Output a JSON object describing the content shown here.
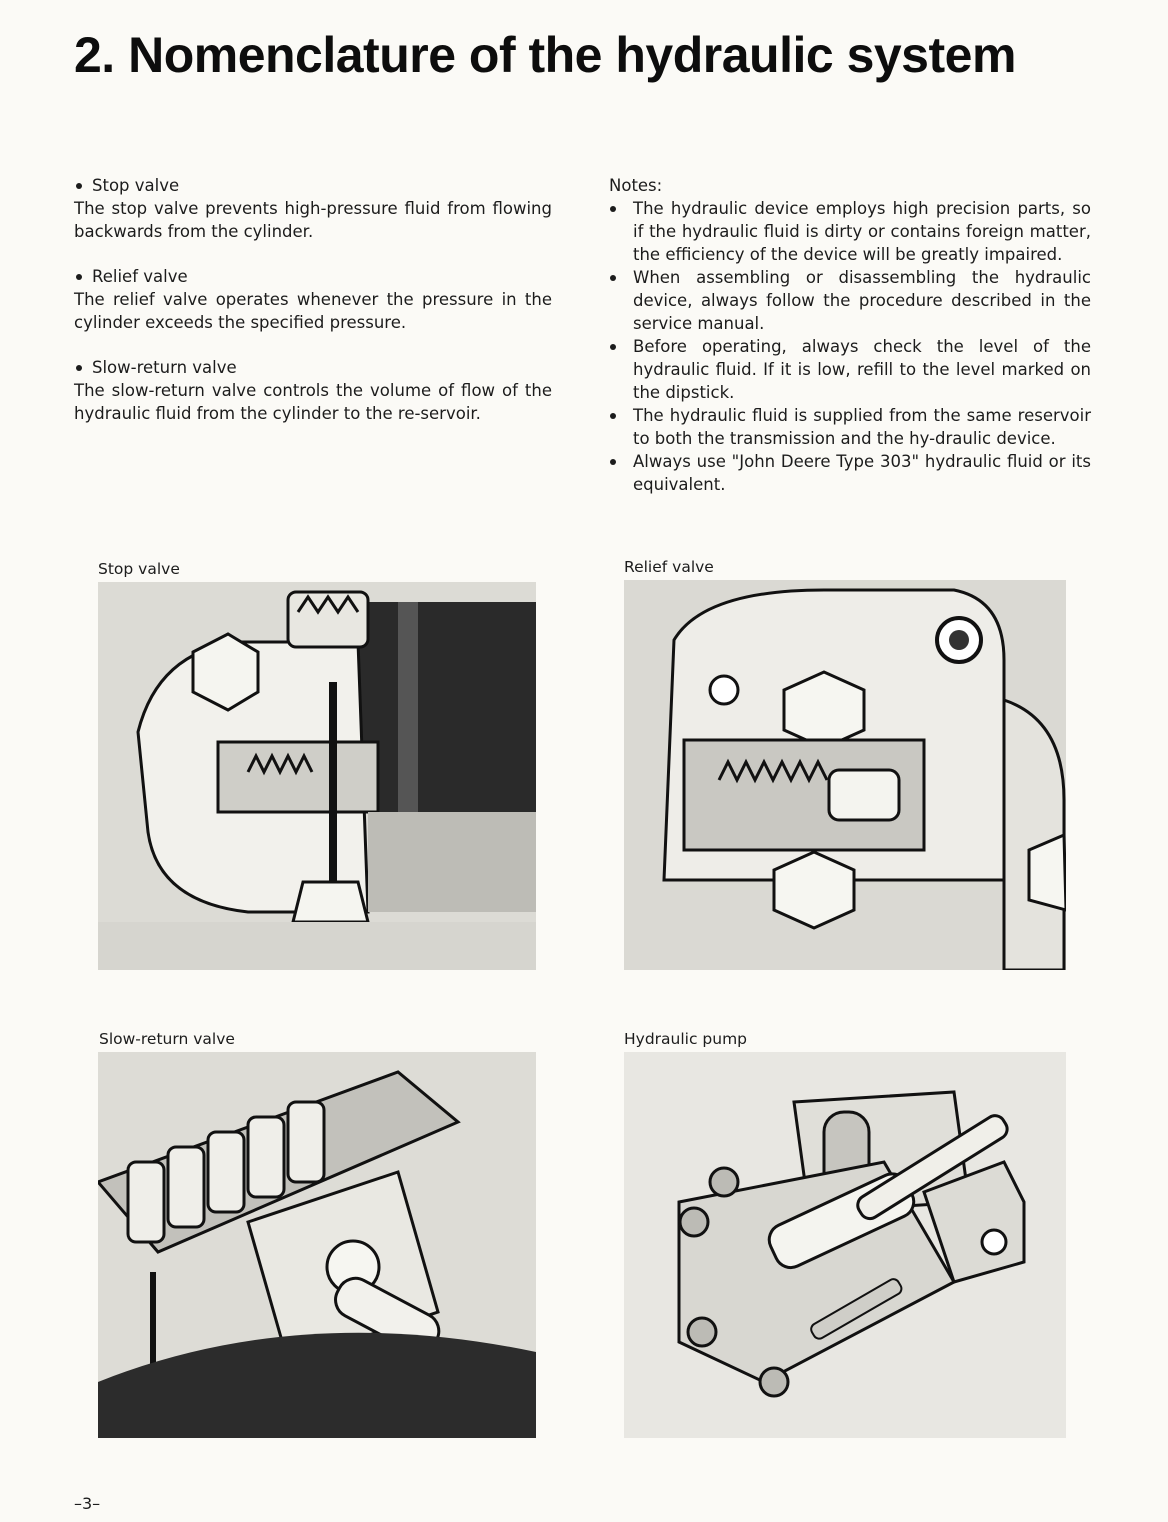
{
  "title": "2. Nomenclature of the hydraulic system",
  "left_sections": [
    {
      "heading": "Stop valve",
      "body": "The stop valve prevents high-pressure fluid from flowing backwards from the cylinder."
    },
    {
      "heading": "Relief valve",
      "body": "The relief valve operates whenever the pressure in the cylinder exceeds the specified pressure."
    },
    {
      "heading": "Slow-return valve",
      "body": "The slow-return valve controls the volume of flow of the hydraulic fluid from the cylinder to the re-servoir."
    }
  ],
  "notes": {
    "title": "Notes:",
    "items": [
      "The hydraulic device employs high precision parts, so if the hydraulic fluid is dirty or contains foreign matter, the efficiency of the device will be greatly impaired.",
      "When assembling or disassembling the hydraulic device, always follow the procedure described in the service manual.",
      "Before operating, always check the level of the hydraulic fluid. If it is low, refill to the level marked on the dipstick.",
      "The hydraulic fluid is supplied from the same reservoir to both the transmission and the hy-draulic device.",
      "Always use \"John Deere Type 303\" hydraulic fluid or its equivalent."
    ]
  },
  "figures": {
    "stop_valve": "Stop valve",
    "relief_valve": "Relief valve",
    "slow_return_valve": "Slow-return valve",
    "hydraulic_pump": "Hydraulic pump"
  },
  "page_number": "–3–"
}
